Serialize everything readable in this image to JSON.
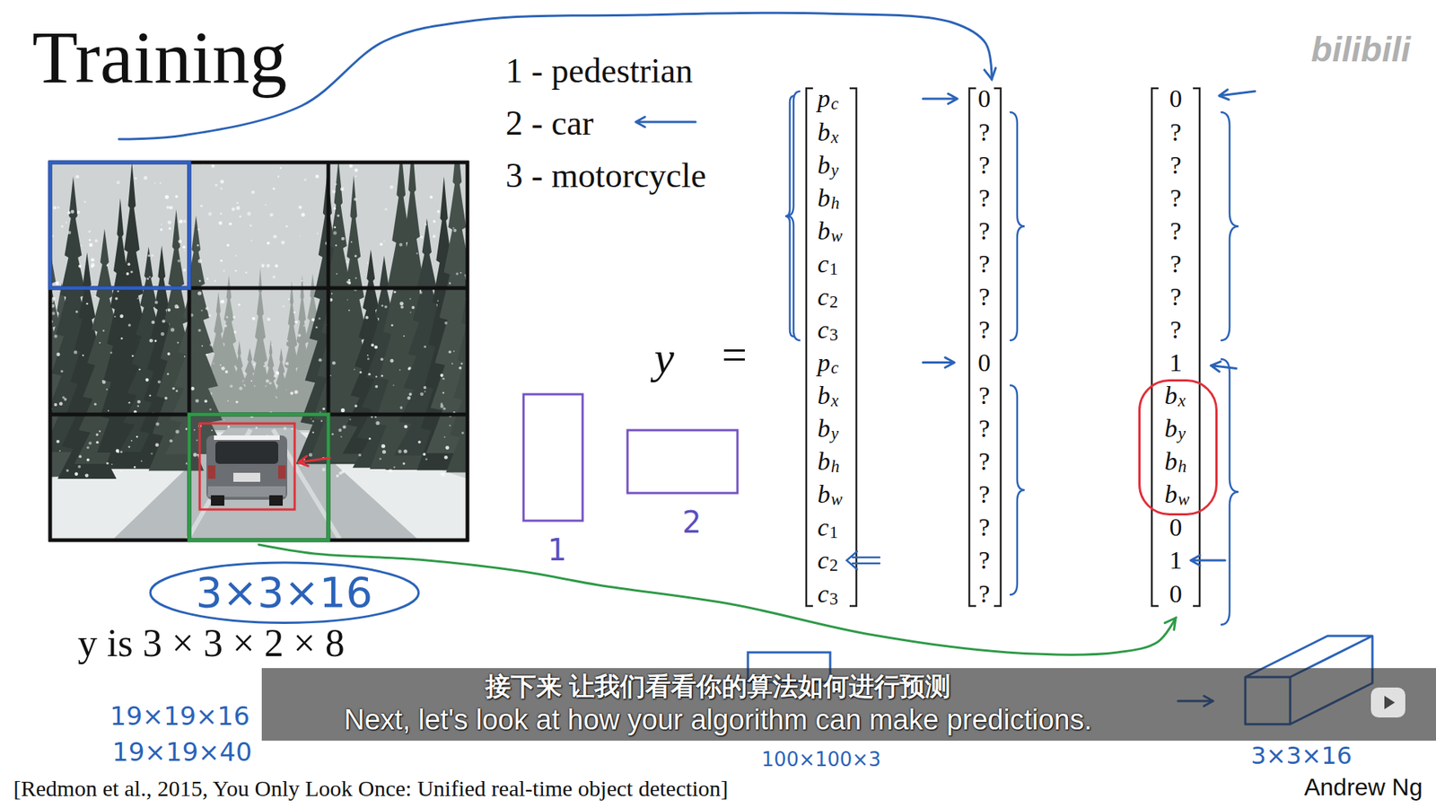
{
  "diagram": {
    "title": "Training",
    "caption": "[Redmon et al., 2015, You Only Look Once: Unified real-time object detection]",
    "nodes": [
      {
        "text": [
          "b",
          "x",
          "b",
          "y",
          "b",
          "h",
          "b",
          "w"
        ]
      },
      {
        "text": [
          "3×3×16"
        ]
      }
    ],
    "labels": [
      "1 - pedestrian",
      "2 - car",
      "3 - motorcycle",
      "y",
      "=",
      "p",
      "c",
      "b",
      "x",
      "b",
      "y",
      "b",
      "h",
      "b",
      "w",
      "c",
      "1",
      "c",
      "2",
      "c",
      "3",
      "p",
      "c",
      "b",
      "x",
      "b",
      "y",
      "b",
      "h",
      "b",
      "w",
      "c",
      "1",
      "c",
      "2",
      "c",
      "3",
      "0",
      "?",
      "?",
      "?",
      "?",
      "?",
      "?",
      "?",
      "0",
      "?",
      "?",
      "?",
      "?",
      "?",
      "?",
      "?",
      "0",
      "?",
      "?",
      "?",
      "?",
      "?",
      "?",
      "?",
      "1",
      "0",
      "1",
      "0",
      "1",
      "2",
      "y is 3 × 3 × 2 × 8",
      "19×19×16",
      "19×19×40",
      "100×100×3",
      "3×3×16",
      "接下来 让我们看看你的算法如何进行预测",
      "Next, let's look at how your algorithm can make predictions.",
      "Andrew Ng",
      "bilibili"
    ]
  }
}
